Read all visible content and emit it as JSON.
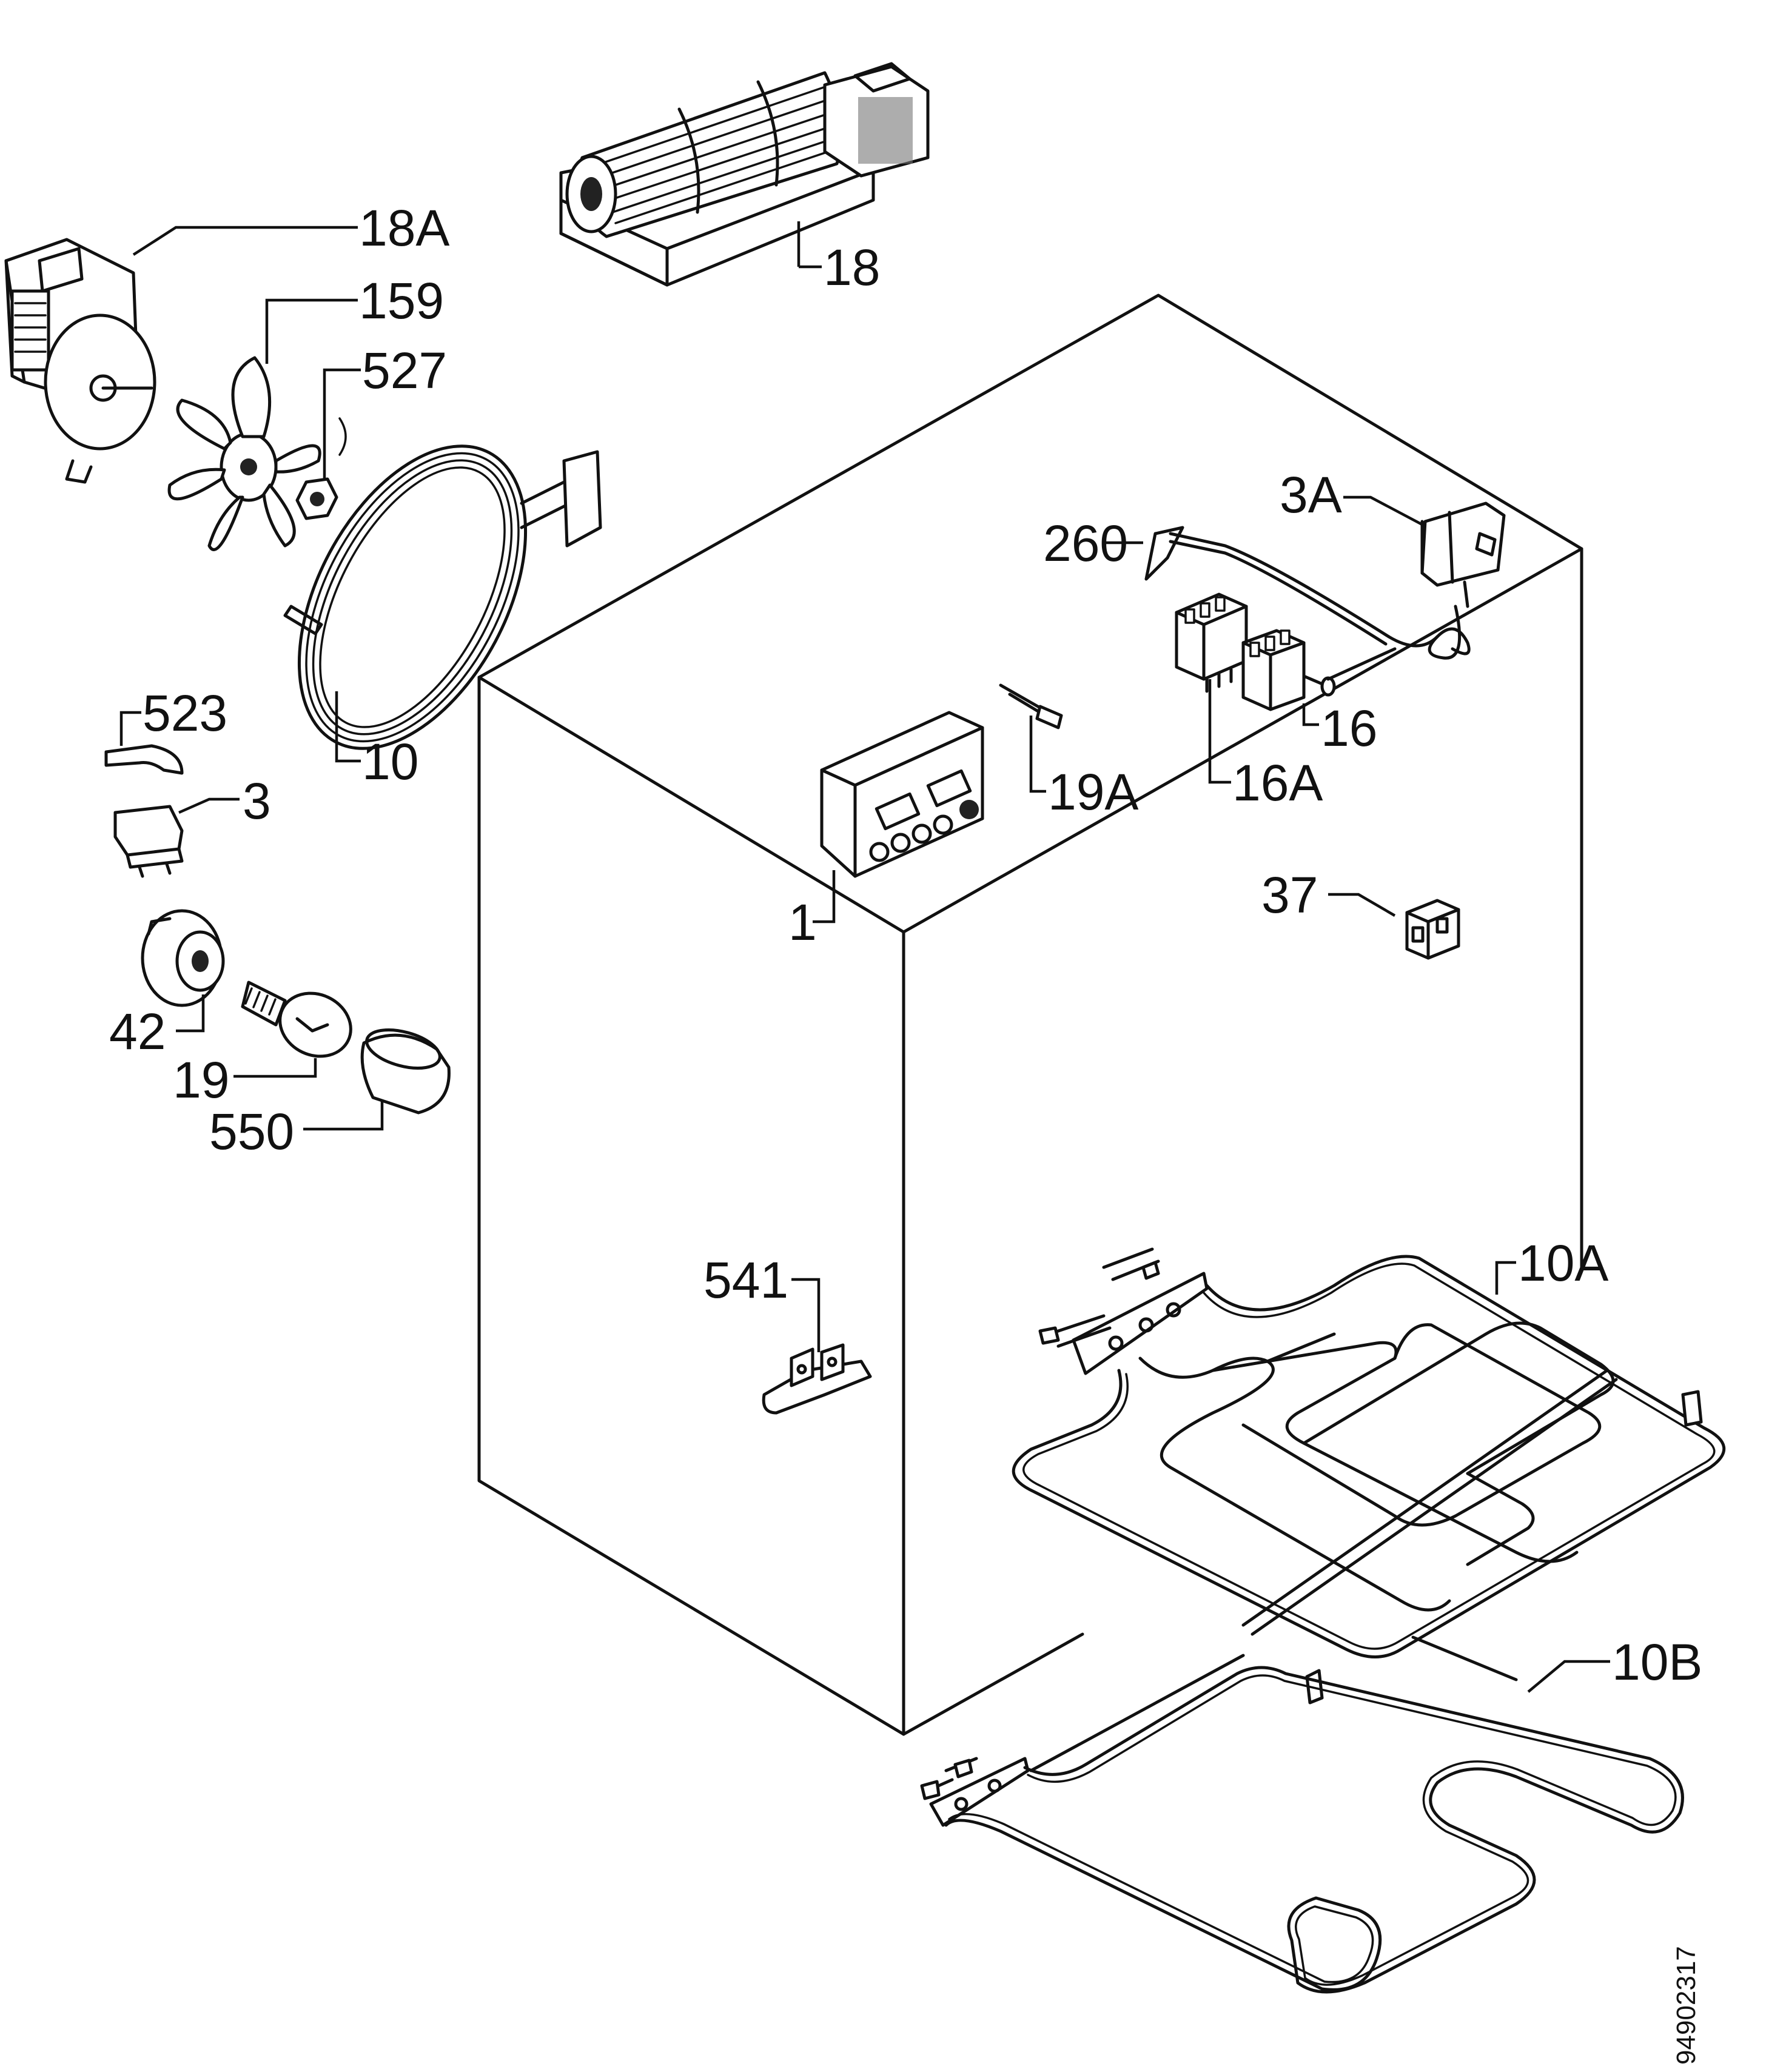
{
  "diagram": {
    "document_number": "94902317",
    "labels": {
      "p1": "1",
      "p3": "3",
      "p3A": "3A",
      "p10": "10",
      "p10A": "10A",
      "p10B": "10B",
      "p16": "16",
      "p16A": "16A",
      "p18": "18",
      "p18A": "18A",
      "p19": "19",
      "p19A": "19A",
      "p37": "37",
      "p42": "42",
      "p159": "159",
      "p260": "260",
      "p523": "523",
      "p527": "527",
      "p541": "541",
      "p550": "550"
    }
  },
  "colors": {
    "ink": "#111111",
    "background": "#ffffff"
  }
}
